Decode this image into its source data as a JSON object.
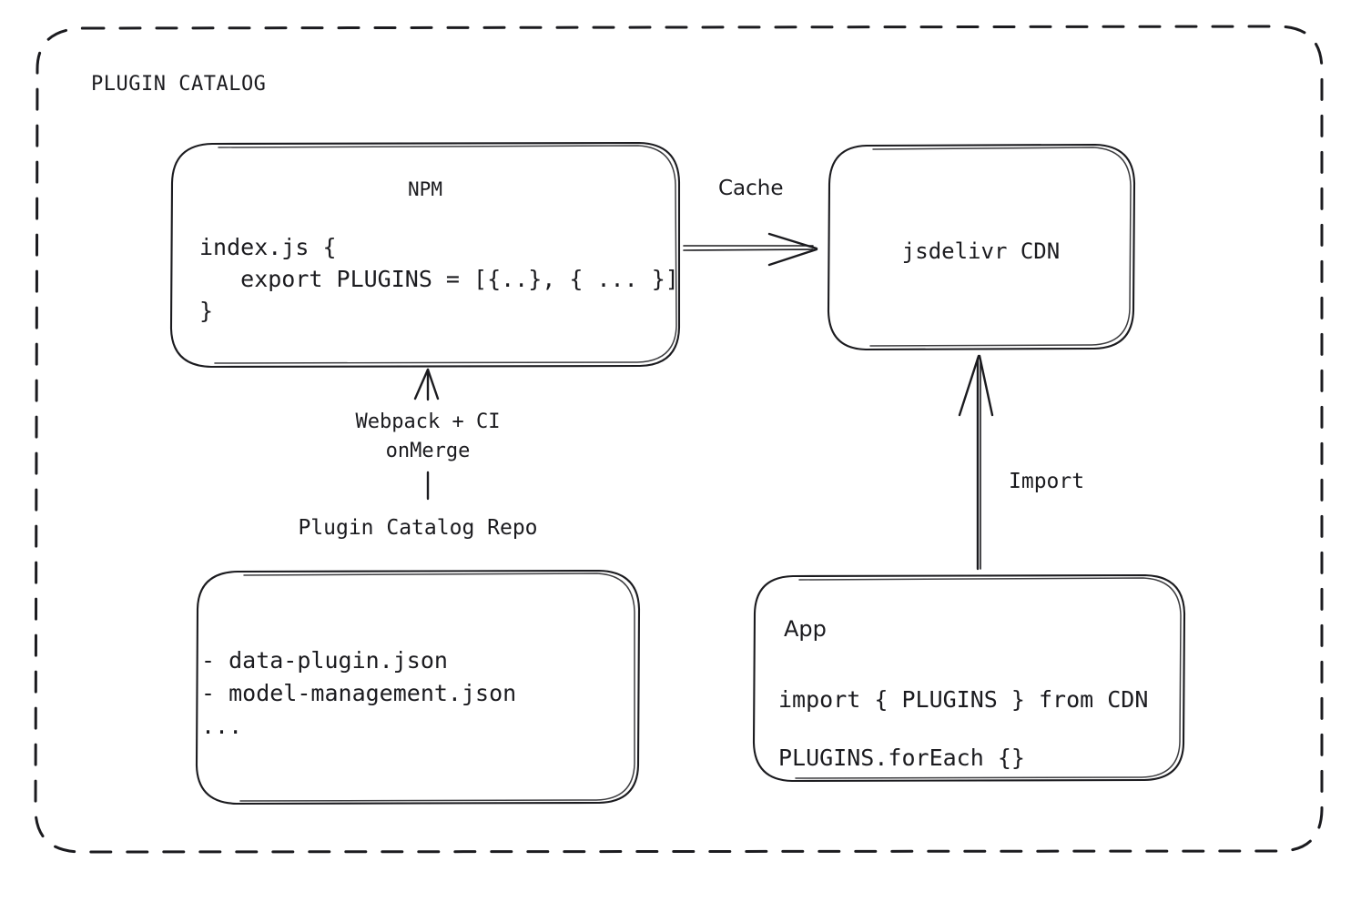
{
  "diagram": {
    "type": "architecture-flow",
    "frame": {
      "label": "PLUGIN CATALOG",
      "border_style": "dashed-rounded"
    },
    "stroke_color": "#1b1b1f",
    "background_color": "#ffffff",
    "nodes": [
      {
        "id": "npm",
        "title": "NPM",
        "body_lines": [
          "index.js {",
          "   export PLUGINS = [{..}, { ... }]",
          "}"
        ]
      },
      {
        "id": "cdn",
        "title": "jsdelivr CDN",
        "body_lines": []
      },
      {
        "id": "repo",
        "title": "Plugin Catalog Repo",
        "title_position": "above-box",
        "body_lines": [
          "- data-plugin.json",
          "- model-management.json",
          "..."
        ]
      },
      {
        "id": "app",
        "title": "App",
        "body_lines": [
          "import { PLUGINS } from CDN",
          "PLUGINS.forEach {}"
        ]
      }
    ],
    "edges": [
      {
        "id": "npm-to-cdn",
        "from": "npm",
        "to": "cdn",
        "label": "Cache",
        "direction": "right"
      },
      {
        "id": "repo-to-npm",
        "from": "repo",
        "to": "npm",
        "label": "Webpack + CI\nonMerge",
        "label_line_1": "Webpack + CI",
        "label_line_2": "onMerge",
        "direction": "up"
      },
      {
        "id": "app-to-cdn",
        "from": "app",
        "to": "cdn",
        "label": "Import",
        "direction": "up"
      }
    ]
  }
}
